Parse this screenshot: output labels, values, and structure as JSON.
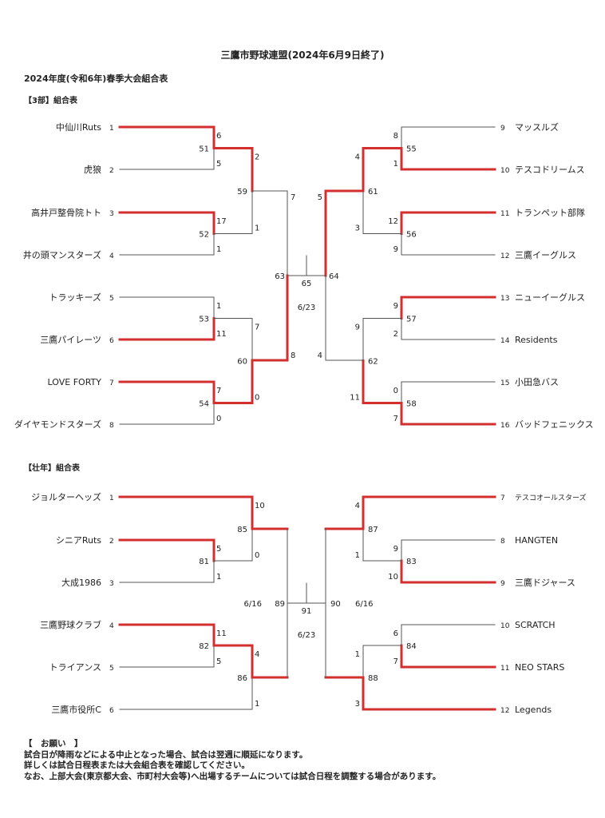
{
  "header": {
    "title": "三鷹市野球連盟(2024年6月9日終了)",
    "subtitle": "2024年度(令和6年)春季大会組合表"
  },
  "colors": {
    "win": "#d32f2f",
    "line": "#555555",
    "text": "#222222"
  },
  "bracket_3bu": {
    "heading": "【3部】組合表",
    "left_teams": [
      {
        "seed": "1",
        "name": "中仙川Ruts"
      },
      {
        "seed": "2",
        "name": "虎狼"
      },
      {
        "seed": "3",
        "name": "高井戸整骨院トト"
      },
      {
        "seed": "4",
        "name": "井の頭マンスターズ"
      },
      {
        "seed": "5",
        "name": "トラッキーズ"
      },
      {
        "seed": "6",
        "name": "三鷹パイレーツ"
      },
      {
        "seed": "7",
        "name": "LOVE  FORTY"
      },
      {
        "seed": "8",
        "name": "ダイヤモンドスターズ"
      }
    ],
    "right_teams": [
      {
        "seed": "9",
        "name": "マッスルズ"
      },
      {
        "seed": "10",
        "name": "テスコドリームス"
      },
      {
        "seed": "11",
        "name": "トランペット部隊"
      },
      {
        "seed": "12",
        "name": "三鷹イーグルス"
      },
      {
        "seed": "13",
        "name": "ニューイーグルス"
      },
      {
        "seed": "14",
        "name": "Residents"
      },
      {
        "seed": "15",
        "name": "小田急バス"
      },
      {
        "seed": "16",
        "name": "バッドフェニックス"
      }
    ],
    "left_r1": [
      {
        "game": "51",
        "top": "6",
        "bottom": "5"
      },
      {
        "game": "52",
        "top": "17",
        "bottom": "1"
      },
      {
        "game": "53",
        "top": "1",
        "bottom": "11"
      },
      {
        "game": "54",
        "top": "7",
        "bottom": "0"
      }
    ],
    "left_r2": [
      {
        "game": "59",
        "top": "2",
        "bottom": "1"
      },
      {
        "game": "60",
        "top": "7",
        "bottom": "0"
      }
    ],
    "left_semi": {
      "game": "63",
      "top": "7",
      "bottom": "8"
    },
    "right_r1": [
      {
        "game": "55",
        "top": "8",
        "bottom": "1"
      },
      {
        "game": "56",
        "top": "12",
        "bottom": "9"
      },
      {
        "game": "57",
        "top": "9",
        "bottom": "2"
      },
      {
        "game": "58",
        "top": "0",
        "bottom": "7"
      }
    ],
    "right_r2": [
      {
        "game": "61",
        "top": "4",
        "bottom": "3"
      },
      {
        "game": "62",
        "top": "9",
        "bottom": "11"
      }
    ],
    "right_semi": {
      "game": "64",
      "top": "5",
      "bottom": "4"
    },
    "final": {
      "game": "65",
      "date": "6/23"
    }
  },
  "bracket_sonen": {
    "heading": "【壮年】組合表",
    "left_teams": [
      {
        "seed": "1",
        "name": "ジョルターヘッズ"
      },
      {
        "seed": "2",
        "name": "シニアRuts"
      },
      {
        "seed": "3",
        "name": "大成1986"
      },
      {
        "seed": "4",
        "name": "三鷹野球クラブ"
      },
      {
        "seed": "5",
        "name": "トライアンス"
      },
      {
        "seed": "6",
        "name": "三鷹市役所C"
      }
    ],
    "right_teams": [
      {
        "seed": "7",
        "name": "テスコオールスターズ"
      },
      {
        "seed": "8",
        "name": "HANGTEN"
      },
      {
        "seed": "9",
        "name": "三鷹ドジャース"
      },
      {
        "seed": "10",
        "name": "SCRATCH"
      },
      {
        "seed": "11",
        "name": "NEO  STARS"
      },
      {
        "seed": "12",
        "name": "Legends"
      }
    ],
    "left_r1": [
      {
        "game": "81",
        "top": "5",
        "bottom": "1"
      },
      {
        "game": "82",
        "top": "11",
        "bottom": "5"
      }
    ],
    "left_r2": [
      {
        "game": "85",
        "top": "10",
        "bottom": "0"
      },
      {
        "game": "86",
        "top": "4",
        "bottom": "1"
      }
    ],
    "left_semi": {
      "game": "89",
      "date": "6/16"
    },
    "right_r1": [
      {
        "game": "83",
        "top": "9",
        "bottom": "10"
      },
      {
        "game": "84",
        "top": "6",
        "bottom": "7"
      }
    ],
    "right_r2": [
      {
        "game": "87",
        "top": "4",
        "bottom": "1"
      },
      {
        "game": "88",
        "top": "1",
        "bottom": "3"
      }
    ],
    "right_semi": {
      "game": "90",
      "date": "6/16"
    },
    "final": {
      "game": "91",
      "date": "6/23"
    }
  },
  "notice": {
    "heading": "【　お願い　】",
    "lines": [
      "試合日が降雨などによる中止となった場合、試合は翌週に順延になります。",
      "詳しくは試合日程表または大会組合表を確認してください。",
      "なお、上部大会(東京都大会、市町村大会等)へ出場するチームについては試合日程を調整する場合があります。"
    ]
  }
}
